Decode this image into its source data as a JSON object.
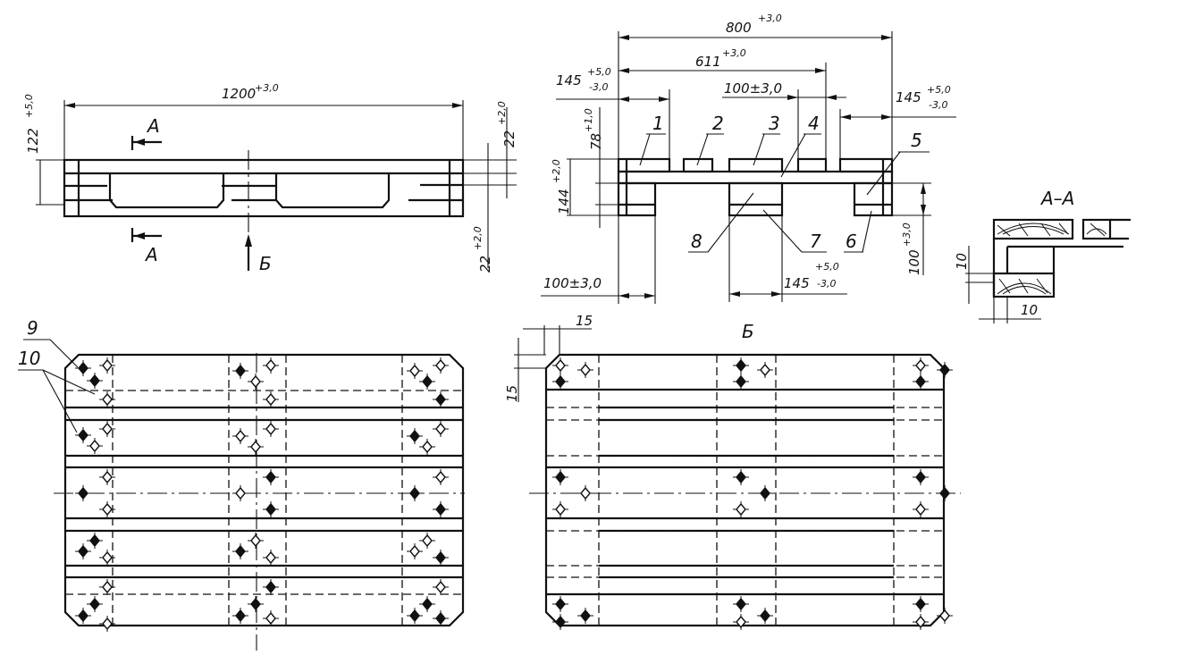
{
  "drawing": {
    "title_view_section": "А–А",
    "view_b_title": "Б",
    "section_marker": "А",
    "view_marker": "Б"
  },
  "side_view": {
    "length": "1200",
    "length_tol": "+3,0",
    "height": "122",
    "height_tol": "+5,0",
    "board_top": "22",
    "board_top_tol": "+2,0",
    "board_bottom": "22",
    "board_bottom_tol": "+2,0"
  },
  "end_view": {
    "width": "800",
    "width_tol": "+3,0",
    "span": "611",
    "span_tol": "+3,0",
    "edge_board": "145",
    "edge_board_tol_up": "+5,0",
    "edge_board_tol_dn": "-3,0",
    "mid_board": "100±3,0",
    "right_board": "145",
    "right_board_tol_up": "+5,0",
    "right_board_tol_dn": "-3,0",
    "block_height": "78",
    "block_height_tol": "+1,0",
    "total_height": "144",
    "total_height_tol": "+2,0",
    "bottom_left": "100±3,0",
    "bottom_center": "145",
    "bottom_center_tol_up": "+5,0",
    "bottom_center_tol_dn": "-3,0",
    "bottom_right": "100",
    "bottom_right_tol": "+3,0",
    "callouts": [
      "1",
      "2",
      "3",
      "4",
      "5",
      "6",
      "7",
      "8"
    ]
  },
  "section_aa": {
    "dim_vertical": "10",
    "dim_horizontal": "10"
  },
  "plan_view": {
    "callouts": [
      "9",
      "10"
    ]
  },
  "bottom_view": {
    "dim_h": "15",
    "dim_v": "15"
  }
}
